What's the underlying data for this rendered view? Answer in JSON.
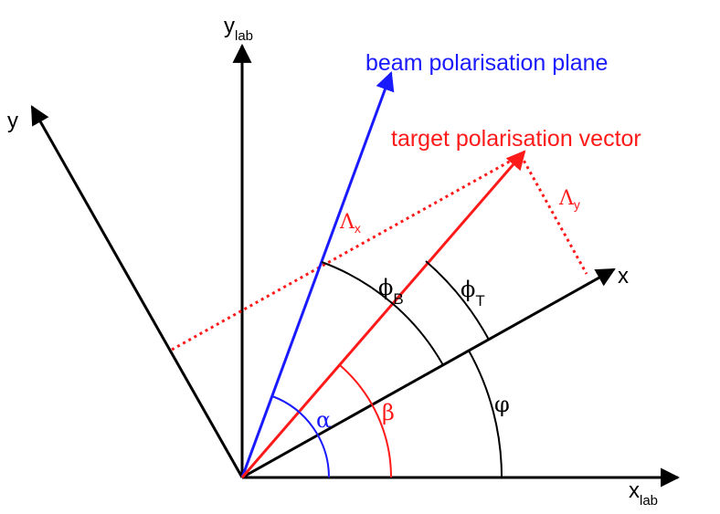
{
  "labels": {
    "y_lab": {
      "main": "y",
      "sub": "lab"
    },
    "x_lab": {
      "main": "x",
      "sub": "lab"
    },
    "y": "y",
    "x": "x",
    "beam_plane": "beam polarisation plane",
    "target_vector": "target polarisation vector",
    "lambda_x": {
      "main": "Λ",
      "sub": "x"
    },
    "lambda_y": {
      "main": "Λ",
      "sub": "y"
    },
    "phi_B": {
      "main": "ϕ",
      "sub": "B"
    },
    "phi_T": {
      "main": "ϕ",
      "sub": "T"
    },
    "alpha": "α",
    "beta": "β",
    "varphi": "φ"
  },
  "colors": {
    "axes": "#000000",
    "beam": "#1a1aff",
    "target": "#ff1a1a"
  }
}
